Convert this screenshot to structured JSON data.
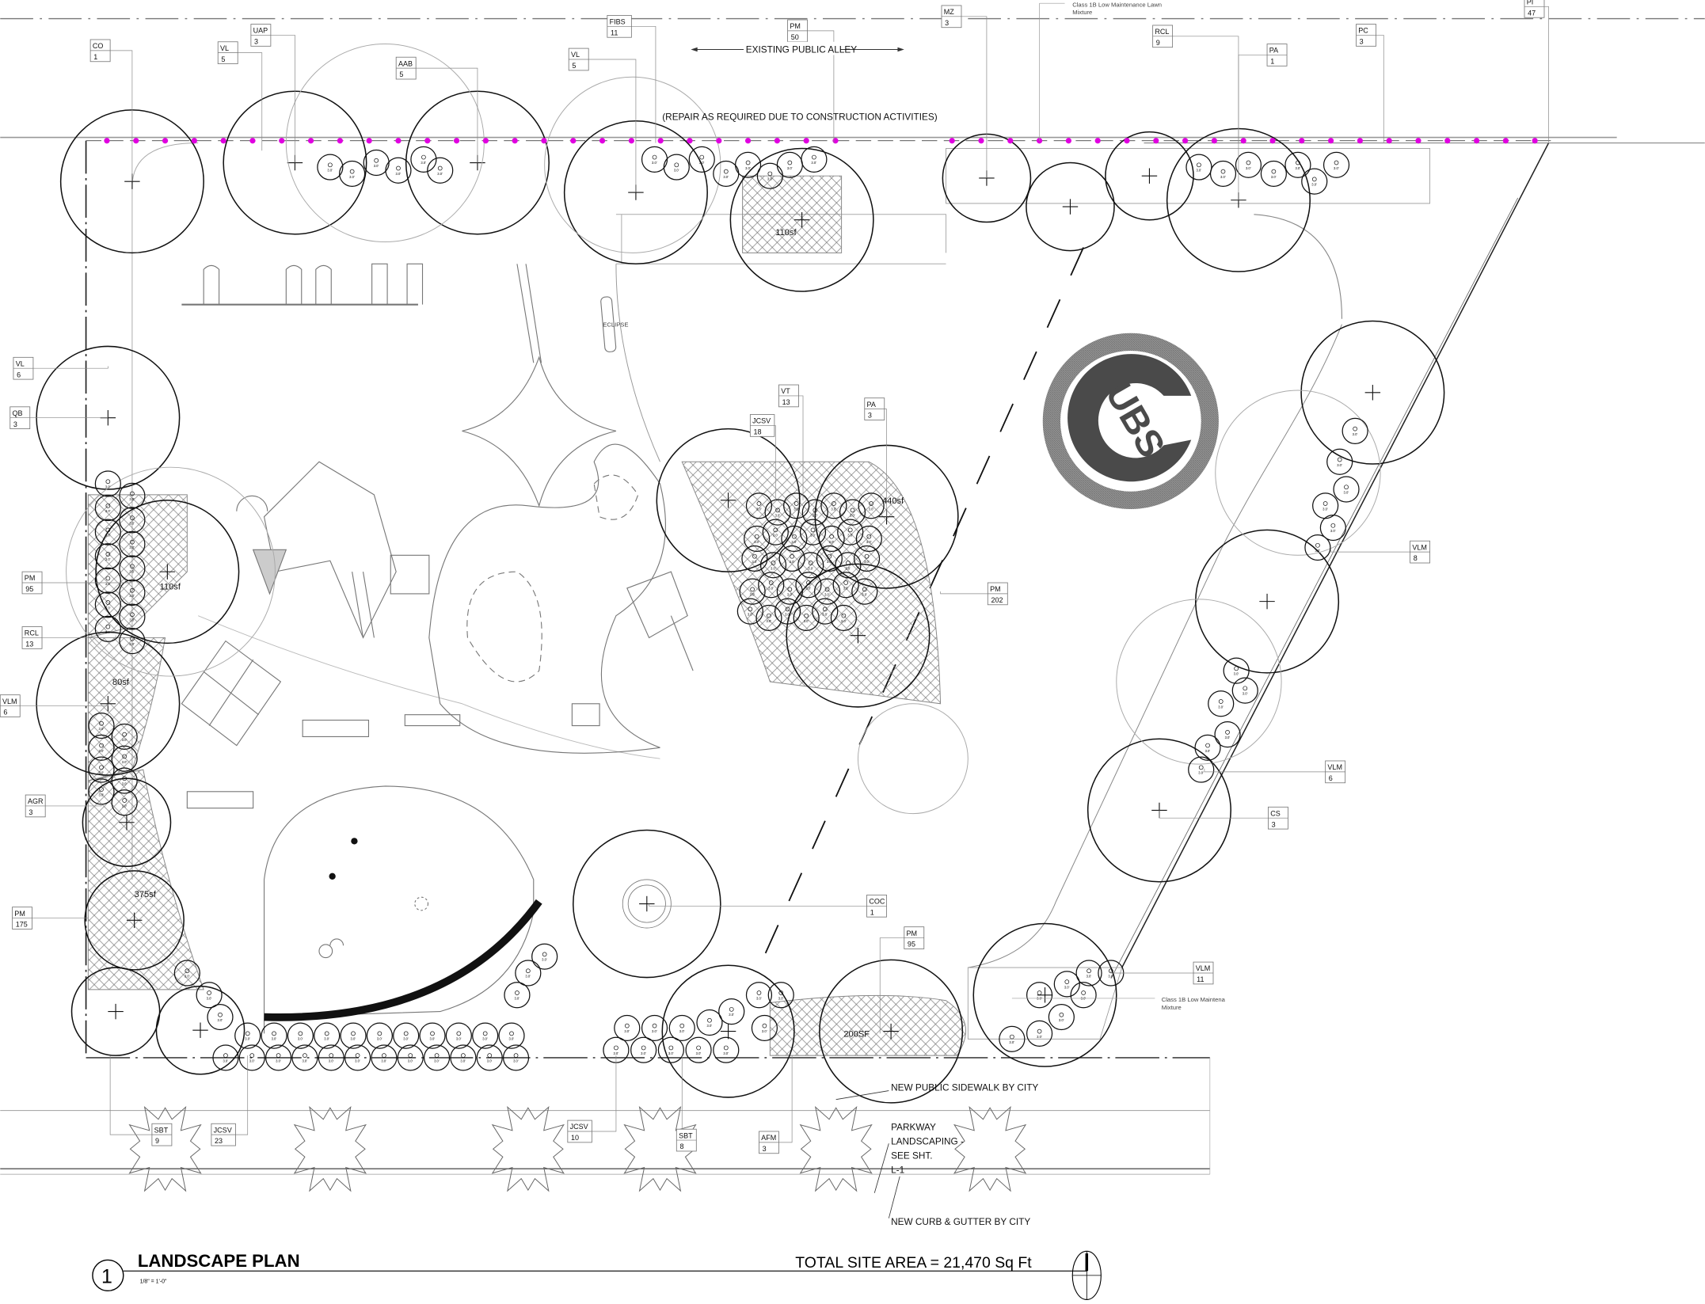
{
  "title": {
    "number": "1",
    "name": "LANDSCAPE PLAN",
    "scale": "1/8\" = 1'-0\"",
    "site_area": "TOTAL SITE AREA = 21,470 Sq Ft"
  },
  "notes": {
    "alley": "EXISTING PUBLIC ALLEY",
    "repair": "(REPAIR AS REQUIRED DUE TO CONSTRUCTION ACTIVITIES)",
    "lawn_top_1": "Class 1B Low Maintenance Lawn",
    "lawn_top_2": "Mixture",
    "lawn_right_1": "Class 1B Low Maintena",
    "lawn_right_2": "Mixture",
    "sidewalk": "NEW PUBLIC SIDEWALK BY CITY",
    "parkway_1": "PARKWAY",
    "parkway_2": "LANDSCAPING -",
    "parkway_3": "SEE SHT.",
    "parkway_4": "L-1",
    "curb": "NEW CURB & GUTTER BY CITY",
    "eclipse": "ECLIPSE",
    "logo_text": "UBS"
  },
  "areas": [
    "110sf",
    "110sf",
    "80sf",
    "375sf",
    "440sf",
    "200SF"
  ],
  "shrub_size": "3.0'",
  "callouts": [
    {
      "code": "CO",
      "qty": "1"
    },
    {
      "code": "VL",
      "qty": "5"
    },
    {
      "code": "UAP",
      "qty": "3"
    },
    {
      "code": "AAB",
      "qty": "5"
    },
    {
      "code": "FIBS",
      "qty": "11"
    },
    {
      "code": "VL",
      "qty": "5"
    },
    {
      "code": "PM",
      "qty": "50"
    },
    {
      "code": "MZ",
      "qty": "3"
    },
    {
      "code": "RCL",
      "qty": "9"
    },
    {
      "code": "PA",
      "qty": "1"
    },
    {
      "code": "PC",
      "qty": "3"
    },
    {
      "code": "PI",
      "qty": "47"
    },
    {
      "code": "VL",
      "qty": "6"
    },
    {
      "code": "QB",
      "qty": "3"
    },
    {
      "code": "PM",
      "qty": "95"
    },
    {
      "code": "RCL",
      "qty": "13"
    },
    {
      "code": "VLM",
      "qty": "6"
    },
    {
      "code": "AGR",
      "qty": "3"
    },
    {
      "code": "PM",
      "qty": "175"
    },
    {
      "code": "JCSV",
      "qty": "18"
    },
    {
      "code": "VT",
      "qty": "13"
    },
    {
      "code": "PA",
      "qty": "3"
    },
    {
      "code": "PM",
      "qty": "202"
    },
    {
      "code": "VLM",
      "qty": "8"
    },
    {
      "code": "VLM",
      "qty": "6"
    },
    {
      "code": "CS",
      "qty": "3"
    },
    {
      "code": "COC",
      "qty": "1"
    },
    {
      "code": "PM",
      "qty": "95"
    },
    {
      "code": "VLM",
      "qty": "11"
    },
    {
      "code": "SBT",
      "qty": "9"
    },
    {
      "code": "JCSV",
      "qty": "23"
    },
    {
      "code": "JCSV",
      "qty": "10"
    },
    {
      "code": "SBT",
      "qty": "8"
    },
    {
      "code": "AFM",
      "qty": "3"
    }
  ],
  "colors": {
    "line": "#111111",
    "light_line": "#9a9a9a",
    "fence_post": "#e000e0",
    "logo_dark": "#444444",
    "logo_ring": "#8a8a8a"
  }
}
